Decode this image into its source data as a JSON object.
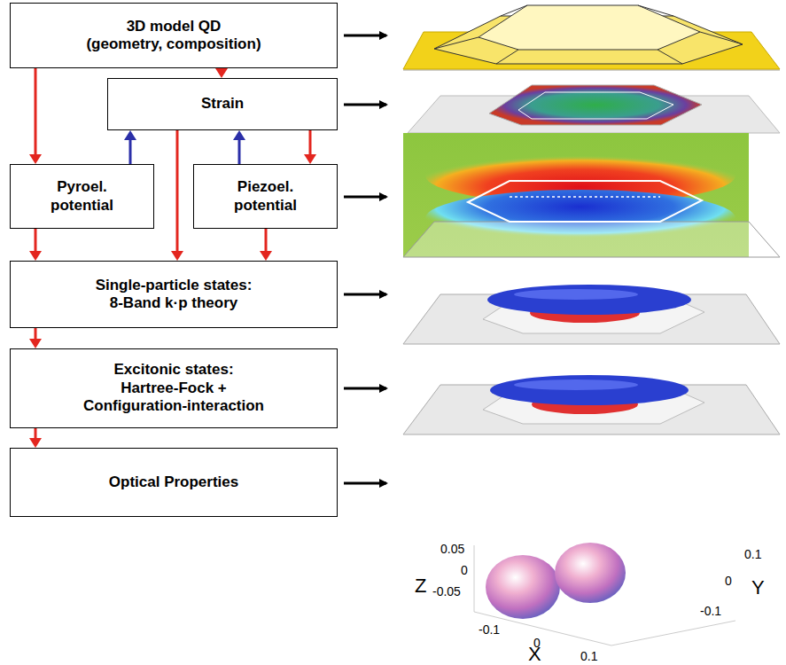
{
  "diagram": {
    "nodes": [
      {
        "text": [
          "3D model QD",
          "(geometry, composition)"
        ]
      },
      {
        "text": [
          "Strain"
        ]
      },
      {
        "text": [
          "Pyroel.",
          "potential"
        ]
      },
      {
        "text": [
          "Piezoel.",
          "potential"
        ]
      },
      {
        "text": [
          "Single-particle states:",
          "8-Band k·p theory"
        ]
      },
      {
        "text": [
          "Excitonic states:",
          "Hartree-Fock +",
          "Configuration-interaction"
        ]
      },
      {
        "text": [
          "Optical Properties"
        ]
      }
    ],
    "edges": [
      {
        "from": 0,
        "to": 2,
        "arrow": "to"
      },
      {
        "from": 0,
        "to": 1,
        "arrow": "to"
      },
      {
        "from": 1,
        "to": 3,
        "arrow": "to"
      },
      {
        "from": 2,
        "to": 1,
        "arrow": "to"
      },
      {
        "from": 3,
        "to": 1,
        "arrow": "to"
      },
      {
        "from": 1,
        "to": 4,
        "arrow": "to"
      },
      {
        "from": 2,
        "to": 4,
        "arrow": "to"
      },
      {
        "from": 3,
        "to": 4,
        "arrow": "to"
      },
      {
        "from": 4,
        "to": 5,
        "arrow": "to"
      },
      {
        "from": 5,
        "to": 6,
        "arrow": "to"
      }
    ],
    "labels": [
      "Z",
      "0.05",
      "0",
      "-0.05",
      "-0.1",
      "0",
      "0.1",
      "X",
      "0.1",
      "0",
      "Y",
      "-0.1"
    ]
  }
}
